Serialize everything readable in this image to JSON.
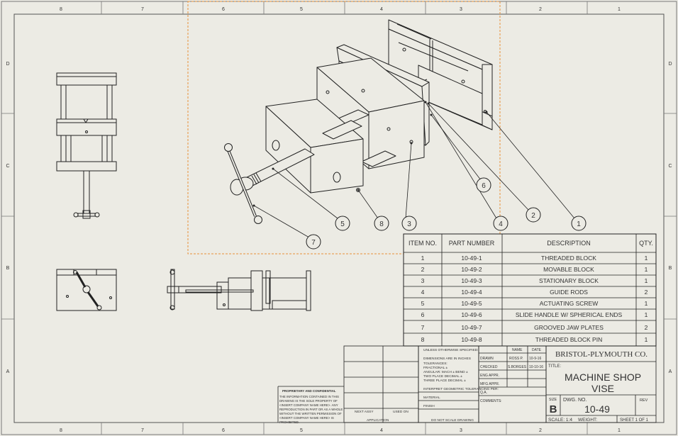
{
  "zones": {
    "columns": [
      "8",
      "7",
      "6",
      "5",
      "4",
      "3",
      "2",
      "1"
    ],
    "rows": [
      "D",
      "C",
      "B",
      "A"
    ]
  },
  "bom": {
    "headers": {
      "item": "ITEM NO.",
      "part": "PART NUMBER",
      "desc": "DESCRIPTION",
      "qty": "QTY."
    },
    "rows": [
      {
        "item": "1",
        "part": "10-49-1",
        "desc": "THREADED BLOCK",
        "qty": "1"
      },
      {
        "item": "2",
        "part": "10-49-2",
        "desc": "MOVABLE BLOCK",
        "qty": "1"
      },
      {
        "item": "3",
        "part": "10-49-3",
        "desc": "STATIONARY BLOCK",
        "qty": "1"
      },
      {
        "item": "4",
        "part": "10-49-4",
        "desc": "GUIDE RODS",
        "qty": "2"
      },
      {
        "item": "5",
        "part": "10-49-5",
        "desc": "ACTUATING SCREW",
        "qty": "1"
      },
      {
        "item": "6",
        "part": "10-49-6",
        "desc": "SLIDE HANDLE W/ SPHERICAL ENDS",
        "qty": "1"
      },
      {
        "item": "7",
        "part": "10-49-7",
        "desc": "GROOVED JAW PLATES",
        "qty": "2"
      },
      {
        "item": "8",
        "part": "10-49-8",
        "desc": "THREADED BLOCK PIN",
        "qty": "1"
      }
    ]
  },
  "balloons": [
    "1",
    "2",
    "3",
    "4",
    "5",
    "6",
    "7",
    "8"
  ],
  "title_block": {
    "unless_specified": "UNLESS OTHERWISE SPECIFIED:",
    "dimensions_note": "DIMENSIONS ARE IN INCHES",
    "tolerances": "TOLERANCES:",
    "fractional": "FRACTIONAL ±",
    "angular": "ANGULAR: MACH ±   BEND ±",
    "two_place": "TWO PLACE DECIMAL   ±",
    "three_place": "THREE PLACE DECIMAL  ±",
    "interpret": "INTERPRET GEOMETRIC TOLERANCING PER:",
    "material": "MATERIAL",
    "finish": "FINISH",
    "name_header": "NAME",
    "date_header": "DATE",
    "drawn": "DRAWN",
    "drawn_name": "ROSS P.",
    "drawn_date": "10-9-16",
    "checked": "CHECKED",
    "checked_name": "S.BORGES",
    "checked_date": "10-10-16",
    "eng_appr": "ENG APPR.",
    "mfg_appr": "MFG APPR.",
    "qa": "Q.A.",
    "comments": "COMMENTS:",
    "next_assy": "NEXT ASSY",
    "used_on": "USED ON",
    "application": "APPLICATION",
    "do_not_scale": "DO NOT SCALE DRAWING",
    "proprietary_title": "PROPRIETARY AND CONFIDENTIAL",
    "proprietary_text": [
      "THE INFORMATION CONTAINED IN THIS",
      "DRAWING IS THE SOLE PROPERTY OF",
      "<INSERT COMPANY NAME HERE>. ANY",
      "REPRODUCTION IN PART OR AS A WHOLE",
      "WITHOUT THE WRITTEN PERMISSION OF",
      "<INSERT COMPANY NAME HERE> IS",
      "PROHIBITED."
    ],
    "company": "BRISTOL-PLYMOUTH CO.",
    "title_label": "TITLE:",
    "title_line1": "MACHINE SHOP",
    "title_line2": "VISE",
    "size_label": "SIZE",
    "size": "B",
    "dwg_no_label": "DWG.  NO.",
    "dwg_no": "10-49",
    "rev_label": "REV",
    "scale": "SCALE: 1:4",
    "weight": "WEIGHT:",
    "sheet": "SHEET 1 OF 1"
  }
}
